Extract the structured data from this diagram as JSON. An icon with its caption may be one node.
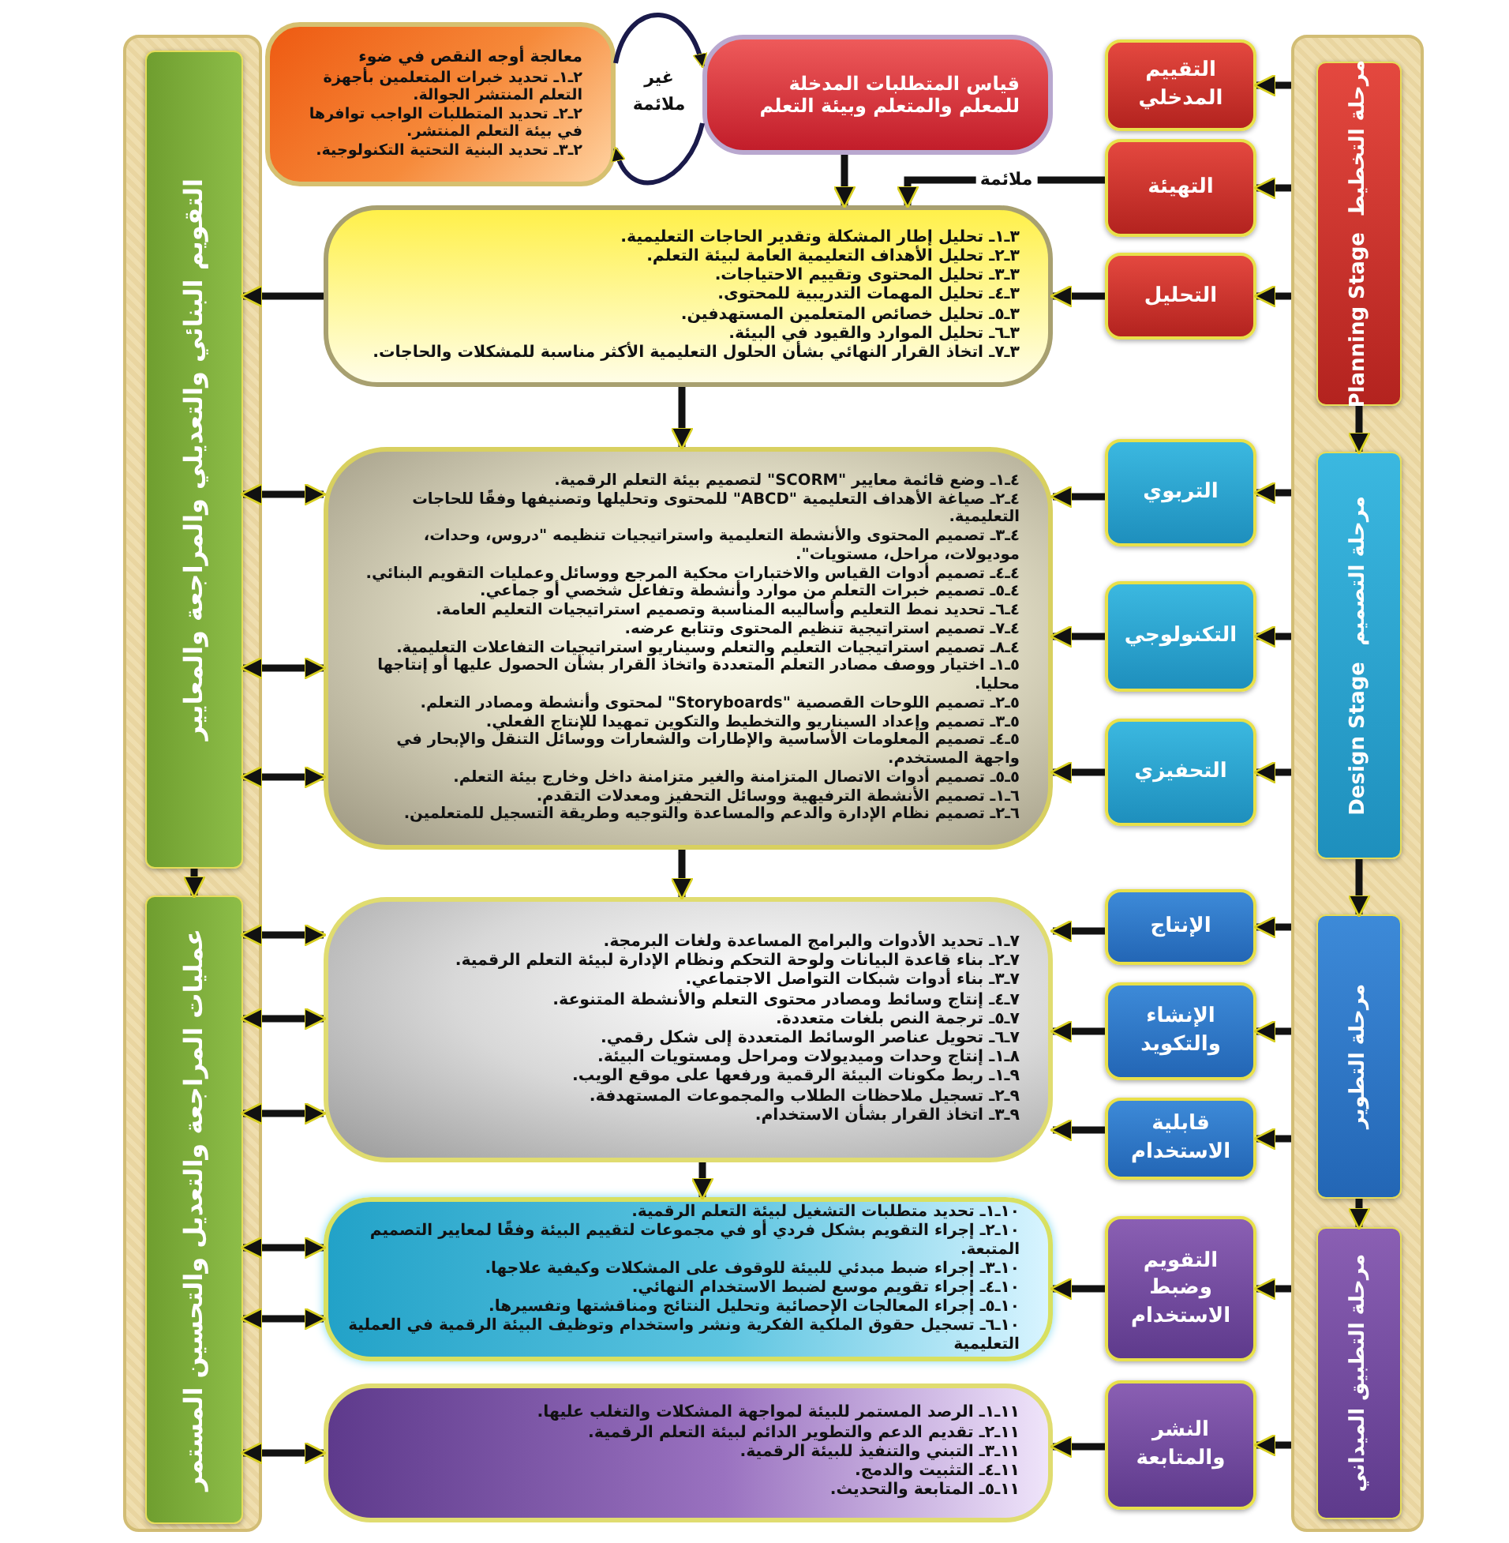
{
  "diagram": {
    "nodes": [
      {
        "text": [],
        "shape": "box"
      },
      {
        "text": [
          "مرحلة التخطيط",
          "Planning Stage"
        ],
        "in": 0
      },
      {
        "text": [
          "مرحلة التصميم",
          "Design Stage"
        ],
        "in": 0
      },
      {
        "text": [
          "مرحلة التطوير"
        ],
        "in": 0
      },
      {
        "text": [
          "مرحلة التطبيق الميداني"
        ],
        "in": 0
      },
      {
        "text": [
          "التقييم المدخلي"
        ]
      },
      {
        "text": [
          "التهيئة"
        ]
      },
      {
        "text": [
          "التحليل"
        ]
      },
      {
        "text": [
          "التربوي"
        ]
      },
      {
        "text": [
          "التكنولوجي"
        ]
      },
      {
        "text": [
          "التحفيزي"
        ]
      },
      {
        "text": [
          "الإنتاج"
        ]
      },
      {
        "text": [
          "الإنشاء والتكويد"
        ]
      },
      {
        "text": [
          "قابلية الاستخدام"
        ]
      },
      {
        "text": [
          "التقويم وضبط الاستخدام"
        ]
      },
      {
        "text": [
          "النشر والمتابعة"
        ]
      },
      {
        "text": [
          "قياس المتطلبات المدخلة للمعلم والمتعلم وبيئة التعلم"
        ]
      },
      {
        "text": [
          "معالجة أوجه النقص في ضوء",
          "٢ـ١ـ تحديد خبرات المتعلمين بأجهزة التعلم المنتشر الجوالة.",
          "٢ـ٢ـ تحديد المتطلبات الواجب توافرها في بيئة التعلم المنتشر.",
          "٢ـ٣ـ تحديد البنية التحتية التكنولوجية."
        ]
      },
      {
        "text": [
          "٣ـ١ـ تحليل إطار المشكلة وتقدير الحاجات التعليمية.",
          "٣ـ٢ـ تحليل الأهداف التعليمية العامة لبيئة التعلم.",
          "٣ـ٣ـ تحليل المحتوى وتقييم الاحتياجات.",
          "٣ـ٤ـ تحليل المهمات التدريبية للمحتوى.",
          "٣ـ٥ـ تحليل خصائص المتعلمين المستهدفين.",
          "٣ـ٦ـ تحليل الموارد والقيود في البيئة.",
          "٣ـ٧ـ اتخاذ القرار النهائي بشأن الحلول التعليمية الأكثر مناسبة للمشكلات والحاجات."
        ]
      },
      {
        "text": [
          "٤ـ١ـ وضع قائمة معايير \"SCORM\" لتصميم بيئة التعلم الرقمية.",
          "٤ـ٢ـ صياغة الأهداف التعليمية \"ABCD\" للمحتوى وتحليلها وتصنيفها وفقًا للحاجات التعليمية.",
          "٤ـ٣ـ تصميم المحتوى والأنشطة التعليمية واستراتيجيات تنظيمه \"دروس، وحدات، موديولات، مراحل، مستويات\".",
          "٤ـ٤ـ تصميم أدوات القياس والاختبارات محكية المرجع ووسائل وعمليات التقويم البنائي.",
          "٤ـ٥ـ تصميم خبرات التعلم من موارد وأنشطة وتفاعل شخصي أو جماعي.",
          "٤ـ٦ـ تحديد نمط التعليم وأساليبه المناسبة وتصميم استراتيجيات التعليم العامة.",
          "٤ـ٧ـ تصميم استراتيجية تنظيم المحتوى وتتابع عرضه.",
          "٤ـ٨ـ تصميم استراتيجيات التعليم والتعلم وسيناريو استراتيجيات التفاعلات التعليمية.",
          "٥ـ١ـ اختيار ووصف مصادر التعلم المتعددة واتخاذ القرار بشأن الحصول عليها أو إنتاجها محليا.",
          "٥ـ٢ـ تصميم اللوحات القصصية \"Storyboards\" لمحتوى وأنشطة ومصادر التعلم.",
          "٥ـ٣ـ تصميم وإعداد السيناريو والتخطيط والتكوين تمهيدا للإنتاج الفعلي.",
          "٥ـ٤ـ تصميم المعلومات الأساسية والإطارات والشعارات ووسائل التنقل والإبحار في واجهة المستخدم.",
          "٥ـ٥ـ تصميم أدوات الاتصال المتزامنة والغير متزامنة داخل وخارج بيئة التعلم.",
          "٦ـ١ـ تصميم الأنشطة الترفيهية ووسائل التحفيز ومعدلات التقدم.",
          "٦ـ٢ـ تصميم نظام الإدارة والدعم والمساعدة والتوجيه وطريقة التسجيل للمتعلمين."
        ]
      },
      {
        "text": [
          "٧ـ١ـ تحديد الأدوات والبرامج المساعدة ولغات البرمجة.",
          "٧ـ٢ـ بناء قاعدة البيانات ولوحة التحكم ونظام الإدارة لبيئة التعلم الرقمية.",
          "٧ـ٣ـ بناء أدوات شبكات التواصل الاجتماعي.",
          "٧ـ٤ـ إنتاج وسائط ومصادر محتوى التعلم والأنشطة المتنوعة.",
          "٧ـ٥ـ ترجمة النص بلغات متعددة.",
          "٧ـ٦ـ تحويل عناصر الوسائط المتعددة إلى شكل رقمي.",
          "٨ـ١ـ إنتاج وحدات وميديولات ومراحل ومستويات البيئة.",
          "٩ـ١ـ ربط مكونات البيئة الرقمية ورفعها على موقع الويب.",
          "٩ـ٢ـ تسجيل ملاحظات الطلاب والمجموعات المستهدفة.",
          "٩ـ٣ـ اتخاذ القرار بشأن الاستخدام."
        ]
      },
      {
        "text": [
          "١٠ـ١ـ تحديد متطلبات التشغيل لبيئة التعلم الرقمية.",
          "١٠ـ٢ـ إجراء التقويم بشكل فردي أو في مجموعات لتقييم البيئة وفقًا لمعايير التصميم المتبعة.",
          "١٠ـ٣ـ إجراء ضبط مبدئي للبيئة للوقوف على المشكلات وكيفية علاجها.",
          "١٠ـ٤ـ إجراء تقويم موسع لضبط الاستخدام النهائي.",
          "١٠ـ٥ـ إجراء المعالجات الإحصائية وتحليل النتائج ومناقشتها وتفسيرها.",
          "١٠ـ٦ـ تسجيل حقوق الملكية الفكرية ونشر واستخدام وتوظيف البيئة الرقمية في العملية التعليمية"
        ]
      },
      {
        "text": [
          "١١ـ١ـ الرصد المستمر للبيئة لمواجهة المشكلات والتغلب عليها.",
          "١١ـ٢ـ تقديم الدعم والتطوير الدائم لبيئة التعلم الرقمية.",
          "١١ـ٣ـ التبني والتنفيذ للبيئة الرقمية.",
          "١١ـ٤ـ التثبيت والدمج.",
          "١١ـ٥ـ المتابعة والتحديث."
        ]
      },
      {
        "text": [],
        "shape": "box"
      },
      {
        "text": [
          "التقويم البنائي والتعديلي والمراجعة والمعايير"
        ],
        "in": 23
      },
      {
        "text": [
          "عمليات المراجعة والتعديل والتحسين المستمر"
        ],
        "in": 23
      }
    ],
    "edges": [
      {
        "from": 0,
        "to": 5,
        "arrow": "to"
      },
      {
        "from": 0,
        "to": 6,
        "arrow": "to"
      },
      {
        "from": 0,
        "to": 7,
        "arrow": "to"
      },
      {
        "from": 0,
        "to": 8,
        "arrow": "to"
      },
      {
        "from": 0,
        "to": 9,
        "arrow": "to"
      },
      {
        "from": 0,
        "to": 10,
        "arrow": "to"
      },
      {
        "from": 0,
        "to": 11,
        "arrow": "to"
      },
      {
        "from": 0,
        "to": 12,
        "arrow": "to"
      },
      {
        "from": 0,
        "to": 13,
        "arrow": "to"
      },
      {
        "from": 0,
        "to": 14,
        "arrow": "to"
      },
      {
        "from": 0,
        "to": 15,
        "arrow": "to"
      },
      {
        "from": 1,
        "to": 2,
        "arrow": "to"
      },
      {
        "from": 2,
        "to": 3,
        "arrow": "to"
      },
      {
        "from": 3,
        "to": 4,
        "arrow": "to"
      },
      {
        "from": 7,
        "to": 18,
        "arrow": "to"
      },
      {
        "from": 8,
        "to": 19,
        "arrow": "to"
      },
      {
        "from": 9,
        "to": 19,
        "arrow": "to"
      },
      {
        "from": 10,
        "to": 19,
        "arrow": "to"
      },
      {
        "from": 11,
        "to": 20,
        "arrow": "to"
      },
      {
        "from": 12,
        "to": 20,
        "arrow": "to"
      },
      {
        "from": 13,
        "to": 20,
        "arrow": "to"
      },
      {
        "from": 14,
        "to": 21,
        "arrow": "to"
      },
      {
        "from": 15,
        "to": 22,
        "arrow": "to"
      },
      {
        "from": 6,
        "to": 18,
        "arrow": "to",
        "label": "ملائمة"
      },
      {
        "from": 16,
        "to": 18,
        "arrow": "to"
      },
      {
        "from": 17,
        "to": 16,
        "arrow": "to"
      },
      {
        "from": 16,
        "to": 17,
        "arrow": "to",
        "label": "غير ملائمة"
      },
      {
        "from": 18,
        "to": 19,
        "arrow": "to"
      },
      {
        "from": 19,
        "to": 20,
        "arrow": "to"
      },
      {
        "from": 20,
        "to": 21,
        "arrow": "to"
      },
      {
        "from": 18,
        "to": 24,
        "arrow": "to"
      },
      {
        "from": 19,
        "to": 24,
        "arrow": "both"
      },
      {
        "from": 19,
        "to": 24,
        "arrow": "both"
      },
      {
        "from": 19,
        "to": 24,
        "arrow": "both"
      },
      {
        "from": 20,
        "to": 25,
        "arrow": "both"
      },
      {
        "from": 20,
        "to": 25,
        "arrow": "both"
      },
      {
        "from": 20,
        "to": 25,
        "arrow": "both"
      },
      {
        "from": 21,
        "to": 25,
        "arrow": "both"
      },
      {
        "from": 21,
        "to": 25,
        "arrow": "both"
      },
      {
        "from": 22,
        "to": 25,
        "arrow": "both"
      },
      {
        "from": 24,
        "to": 25,
        "arrow": "to"
      }
    ]
  }
}
